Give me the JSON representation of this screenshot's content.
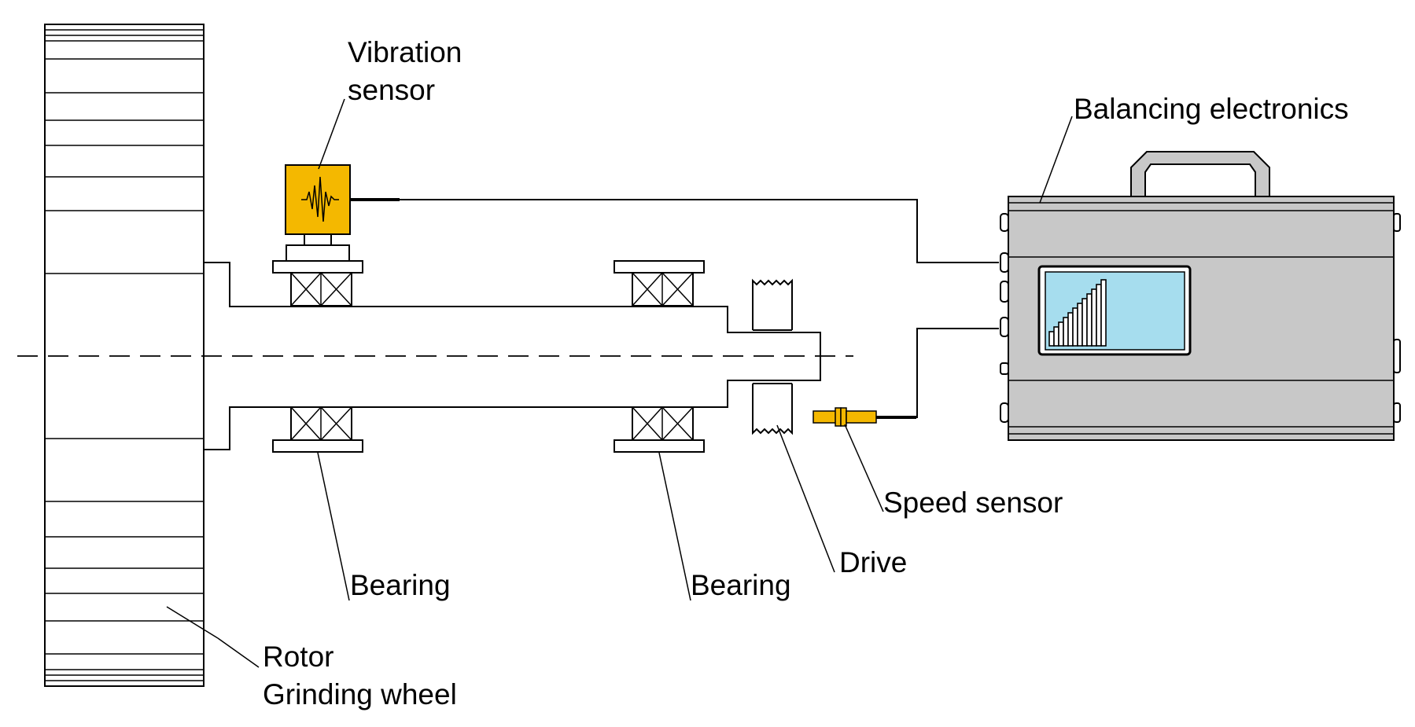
{
  "labels": {
    "vibration_sensor_line1": "Vibration",
    "vibration_sensor_line2": "sensor",
    "balancing_electronics": "Balancing electronics",
    "speed_sensor": "Speed sensor",
    "drive": "Drive",
    "bearing_left": "Bearing",
    "bearing_right": "Bearing",
    "rotor_line1": "Rotor",
    "rotor_line2": "Grinding wheel"
  },
  "colors": {
    "sensor_fill": "#F4B800",
    "housing_fill": "#C8C8C8",
    "screen_fill": "#A6DDEE",
    "line": "#000000",
    "background": "#FFFFFF"
  },
  "icons": {
    "vibration_sensor": "waveform-icon",
    "display_graph": "bar-graph-icon",
    "carry_handle": "handle-icon"
  }
}
